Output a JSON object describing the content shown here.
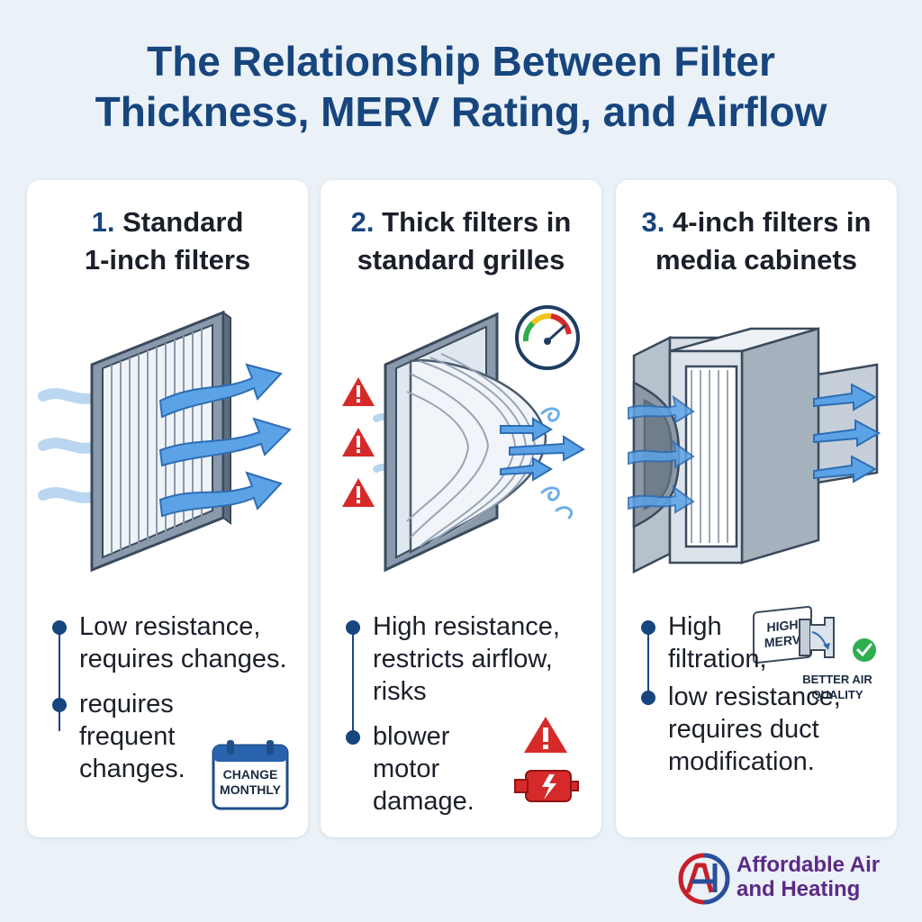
{
  "title": {
    "line1": "The Relationship Between Filter",
    "line2": "Thickness, MERV Rating, and Airflow"
  },
  "cards": [
    {
      "number": "1.",
      "heading_line1": "Standard",
      "heading_line2": "1-inch filters",
      "bullets": [
        "Low resistance, requires changes.",
        "requires frequent changes."
      ],
      "badge": {
        "line1": "CHANGE",
        "line2": "MONTHLY",
        "icon": "calendar-icon"
      }
    },
    {
      "number": "2.",
      "heading_line1": "Thick filters in",
      "heading_line2": "standard grilles",
      "bullets": [
        "High resistance, restricts airflow, risks",
        "blower motor damage."
      ],
      "icons": [
        "warning-icon",
        "gauge-icon",
        "motor-icon"
      ]
    },
    {
      "number": "3.",
      "heading_line1": "4-inch filters in",
      "heading_line2": "media cabinets",
      "filter_label": {
        "line1": "HIGH",
        "line2": "MERV"
      },
      "bullets": [
        "High filtration,",
        "low resistance, requires duct modification."
      ],
      "badge": {
        "line1": "BETTER AIR",
        "line2": "QUALITY",
        "icon": "duct-check-icon"
      }
    }
  ],
  "logo": {
    "line1": "Affordable Air",
    "line2": "and Heating"
  },
  "colors": {
    "title": "#17457e",
    "airflow": "#4a90d9",
    "warning": "#d62a2a",
    "check": "#2eae4f",
    "brand_purple": "#5b2a86",
    "brand_red": "#c8202a"
  }
}
